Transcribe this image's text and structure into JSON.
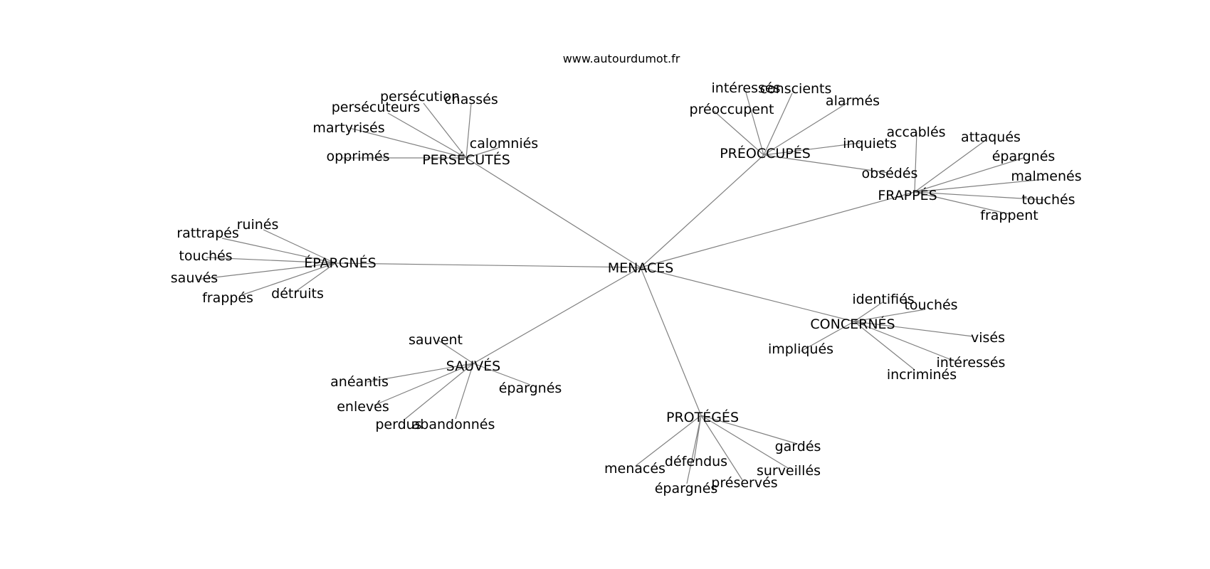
{
  "site": "www.autourdumot.fr",
  "center": "MENACES",
  "groups": [
    {
      "label": "PRÉOCCUPÉS",
      "leaves": [
        "intéressés",
        "conscients",
        "alarmés",
        "préoccupent",
        "inquiets",
        "obsédés"
      ]
    },
    {
      "label": "PERSÉCUTÉS",
      "leaves": [
        "persécution",
        "chassés",
        "persécuteurs",
        "martyrisés",
        "calomniés",
        "opprimés"
      ]
    },
    {
      "label": "FRAPPÉS",
      "leaves": [
        "accablés",
        "attaqués",
        "épargnés",
        "malmenés",
        "touchés",
        "frappent"
      ]
    },
    {
      "label": "ÉPARGNÉS",
      "leaves": [
        "ruinés",
        "rattrapés",
        "touchés",
        "sauvés",
        "frappés",
        "détruits"
      ]
    },
    {
      "label": "CONCERNÉS",
      "leaves": [
        "identifiés",
        "touchés",
        "visés",
        "impliqués",
        "intéressés",
        "incriminés"
      ]
    },
    {
      "label": "SAUVÉS",
      "leaves": [
        "sauvent",
        "anéantis",
        "épargnés",
        "enlevés",
        "perdus",
        "abandonnés"
      ]
    },
    {
      "label": "PROTÉGÉS",
      "leaves": [
        "gardés",
        "menacés",
        "défendus",
        "surveillés",
        "préservés",
        "épargnés"
      ]
    }
  ]
}
